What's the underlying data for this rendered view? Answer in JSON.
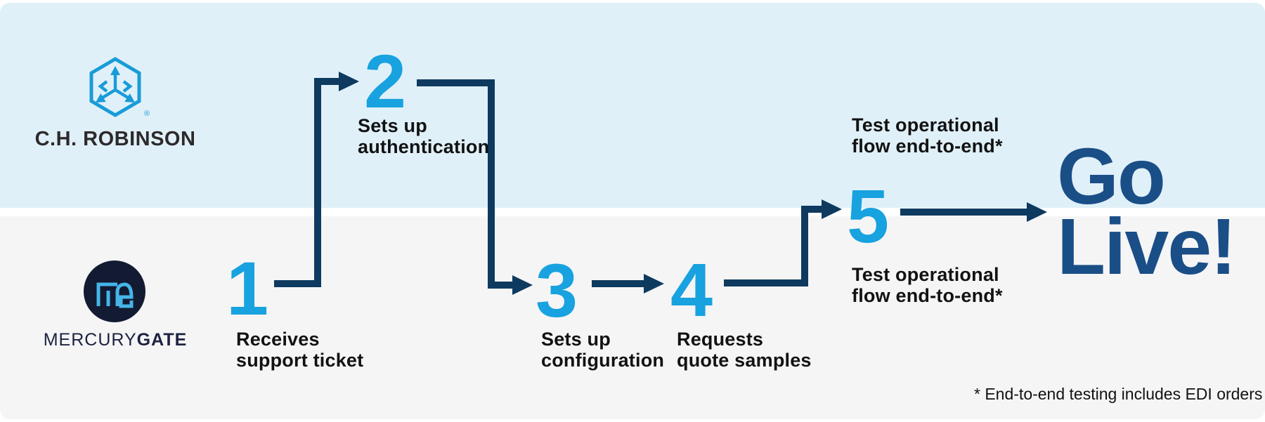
{
  "colors": {
    "top_bg": "#e0f0f9",
    "bottom_bg": "#f5f5f6",
    "accent_blue": "#18a2df",
    "arrow_navy": "#0e3a5f",
    "go_live_blue": "#1a4e87",
    "chr_blue": "#189cd8",
    "chr_text": "#2d2a2b",
    "mg_navy": "#131b33",
    "mg_blue": "#45b5e8",
    "mg_text": "#1c2340",
    "label_black": "#121212"
  },
  "logos": {
    "chrobinson": {
      "name": "C.H. ROBINSON",
      "registered": "®"
    },
    "mercurygate": {
      "mercury": "MERCURY",
      "gate": "GATE"
    }
  },
  "steps": {
    "s1": {
      "number": "1",
      "line1": "Receives",
      "line2": "support ticket"
    },
    "s2": {
      "number": "2",
      "line1": "Sets up",
      "line2": "authentication"
    },
    "s3": {
      "number": "3",
      "line1": "Sets up",
      "line2": "configuration"
    },
    "s4": {
      "number": "4",
      "line1": "Requests",
      "line2": "quote samples"
    },
    "s5": {
      "number": "5",
      "top_line1": "Test operational",
      "top_line2": "flow end-to-end*",
      "bottom_line1": "Test operational",
      "bottom_line2": "flow end-to-end*"
    }
  },
  "go_live": {
    "line1": "Go",
    "line2": "Live!"
  },
  "footnote": "* End-to-end testing includes EDI orders"
}
